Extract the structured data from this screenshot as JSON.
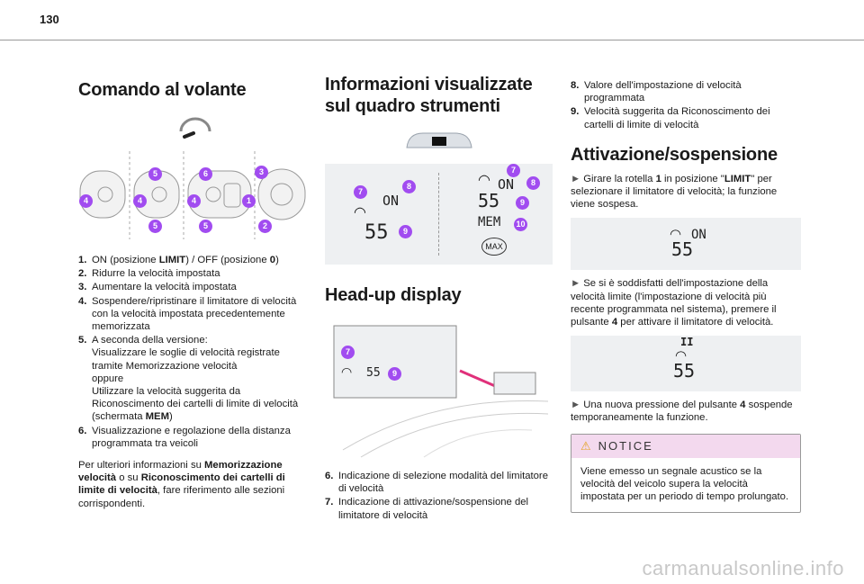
{
  "page_number": "130",
  "col1": {
    "heading": "Comando al volante",
    "items": [
      {
        "num": "1.",
        "parts": [
          {
            "t": "ON (posizione "
          },
          {
            "t": "LIMIT",
            "b": true
          },
          {
            "t": ") / OFF (posizione "
          },
          {
            "t": "0",
            "b": true
          },
          {
            "t": ")"
          }
        ]
      },
      {
        "num": "2.",
        "parts": [
          {
            "t": "Ridurre la velocità impostata"
          }
        ]
      },
      {
        "num": "3.",
        "parts": [
          {
            "t": "Aumentare la velocità impostata"
          }
        ]
      },
      {
        "num": "4.",
        "parts": [
          {
            "t": "Sospendere/ripristinare il limitatore di velocità con la velocità impostata precedentemente memorizzata"
          }
        ]
      },
      {
        "num": "5.",
        "parts": [
          {
            "t": "A seconda della versione:"
          },
          {
            "br": true
          },
          {
            "t": "Visualizzare le soglie di velocità registrate tramite Memorizzazione velocità"
          },
          {
            "br": true
          },
          {
            "t": "oppure"
          },
          {
            "br": true
          },
          {
            "t": "Utilizzare la velocità suggerita da Riconoscimento dei cartelli di limite di velocità (schermata "
          },
          {
            "t": "MEM",
            "b": true
          },
          {
            "t": ")"
          }
        ]
      },
      {
        "num": "6.",
        "parts": [
          {
            "t": "Visualizzazione e regolazione della distanza programmata tra veicoli"
          }
        ]
      }
    ],
    "footer_parts": [
      {
        "t": "Per ulteriori informazioni su "
      },
      {
        "t": "Memorizzazione velocità",
        "b": true
      },
      {
        "t": " o su "
      },
      {
        "t": "Riconoscimento dei cartelli di limite di velocità",
        "b": true
      },
      {
        "t": ", fare riferimento alle sezioni corrispondenti."
      }
    ],
    "badges": [
      "4",
      "5",
      "4",
      "5",
      "6",
      "4",
      "5",
      "1",
      "3",
      "2"
    ]
  },
  "col2": {
    "heading1": "Informazioni visualizzate sul quadro strumenti",
    "heading2": "Head-up display",
    "panel": {
      "left_on": "ON",
      "left_speed": "55",
      "right_on": "ON",
      "right_speed": "55",
      "mem": "MEM",
      "max": "MAX",
      "badges": [
        "7",
        "8",
        "9",
        "7",
        "8",
        "9",
        "10"
      ]
    },
    "hud": {
      "speed": "55",
      "badges": [
        "7",
        "9"
      ]
    },
    "items": [
      {
        "num": "6.",
        "parts": [
          {
            "t": "Indicazione di selezione modalità del limitatore di velocità"
          }
        ]
      },
      {
        "num": "7.",
        "parts": [
          {
            "t": "Indicazione di attivazione/sospensione del limitatore di velocità"
          }
        ]
      }
    ]
  },
  "col3": {
    "items": [
      {
        "num": "8.",
        "parts": [
          {
            "t": "Valore dell'impostazione di velocità programmata"
          }
        ]
      },
      {
        "num": "9.",
        "parts": [
          {
            "t": "Velocità suggerita da Riconoscimento dei cartelli di limite di velocità"
          }
        ]
      }
    ],
    "heading": "Attivazione/sospensione",
    "step1_parts": [
      {
        "t": "Girare la rotella "
      },
      {
        "t": "1",
        "b": true
      },
      {
        "t": " in posizione \""
      },
      {
        "t": "LIMIT",
        "b": true
      },
      {
        "t": "\" per selezionare il limitatore di velocità; la funzione viene sospesa."
      }
    ],
    "box1": {
      "on": "ON",
      "speed": "55"
    },
    "step2_parts": [
      {
        "t": "Se si è soddisfatti dell'impostazione della velocità limite (l'impostazione di velocità più recente programmata nel sistema), premere il pulsante "
      },
      {
        "t": "4",
        "b": true
      },
      {
        "t": " per attivare il limitatore di velocità."
      }
    ],
    "box2": {
      "pause": "II",
      "speed": "55"
    },
    "step3_parts": [
      {
        "t": "Una nuova pressione del pulsante "
      },
      {
        "t": "4",
        "b": true
      },
      {
        "t": " sospende temporaneamente la funzione."
      }
    ],
    "notice": {
      "title": "NOTICE",
      "body": "Viene emesso un segnale acustico se la velocità del veicolo supera la velocità impostata per un periodo di tempo prolungato."
    }
  },
  "watermark": "carmanualsonline.info",
  "accent": "#a14cf0"
}
